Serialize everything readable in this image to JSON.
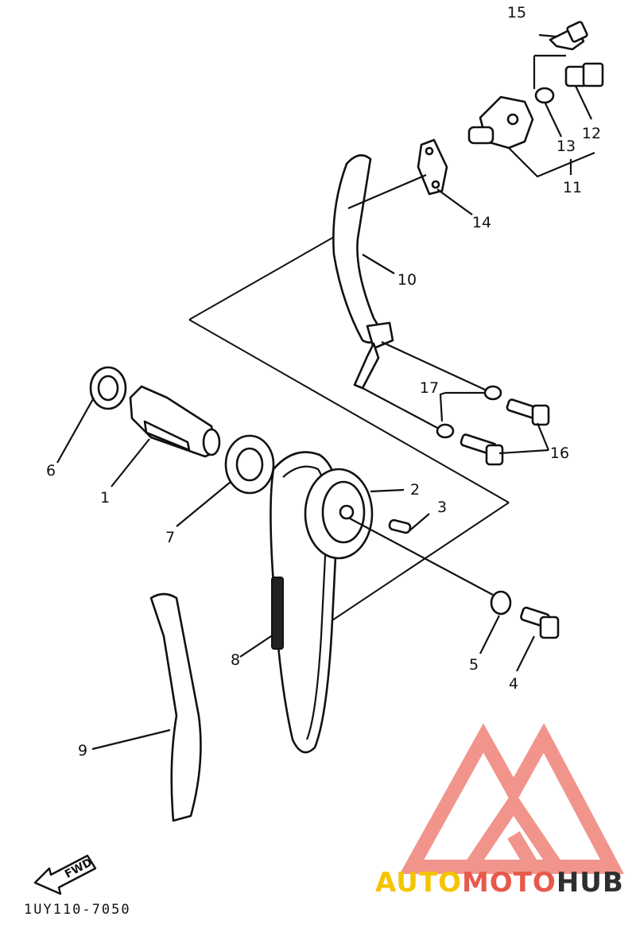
{
  "diagram": {
    "callouts": {
      "c1": "1",
      "c2": "2",
      "c3": "3",
      "c4": "4",
      "c5": "5",
      "c6": "6",
      "c7": "7",
      "c8": "8",
      "c9": "9",
      "c10": "10",
      "c11": "11",
      "c12": "12",
      "c13": "13",
      "c14": "14",
      "c15": "15",
      "c16": "16",
      "c17": "17"
    },
    "fwd_label": "FWD",
    "drawing_code": "1UY110-7050"
  },
  "watermark": {
    "brand_part1": "AUTO",
    "brand_part2": "MOTO",
    "brand_part3": "HUB",
    "colors": {
      "auto": "#f5c400",
      "moto": "#e8594b",
      "hub": "#2f2f2f",
      "logo": "#f08a80"
    }
  }
}
